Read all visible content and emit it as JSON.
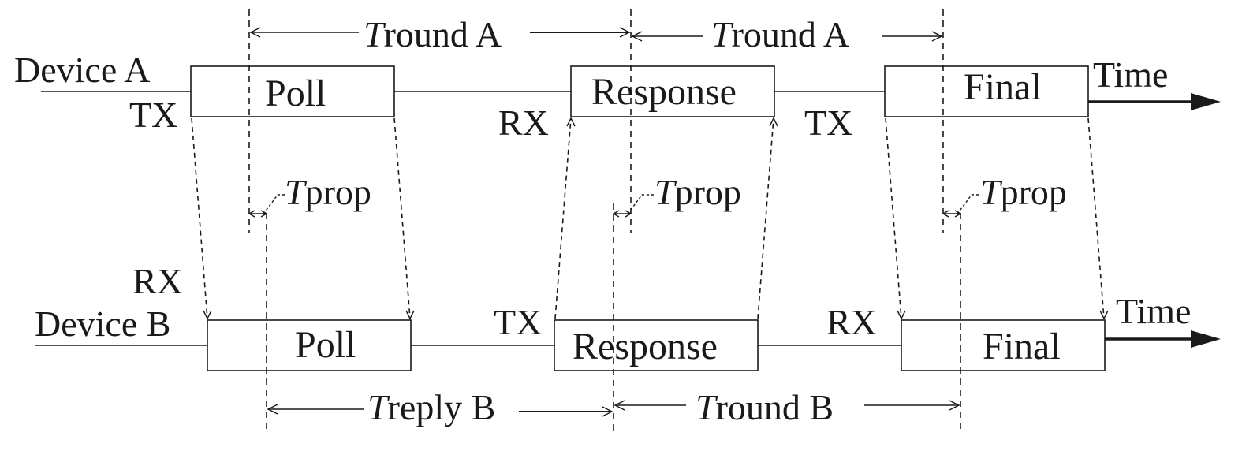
{
  "devices": {
    "a": {
      "name": "Device A",
      "tx": "TX",
      "rx": "RX",
      "time": "Time"
    },
    "b": {
      "name": "Device B",
      "tx": "TX",
      "rx": "RX",
      "time": "Time"
    }
  },
  "packets": {
    "poll": "Poll",
    "response": "Response",
    "final": "Final"
  },
  "timing": {
    "t_symbol": "T",
    "round_a_suffix": "round A",
    "prop_suffix": "prop",
    "reply_b_suffix": "reply B",
    "round_b_suffix": "round B"
  }
}
